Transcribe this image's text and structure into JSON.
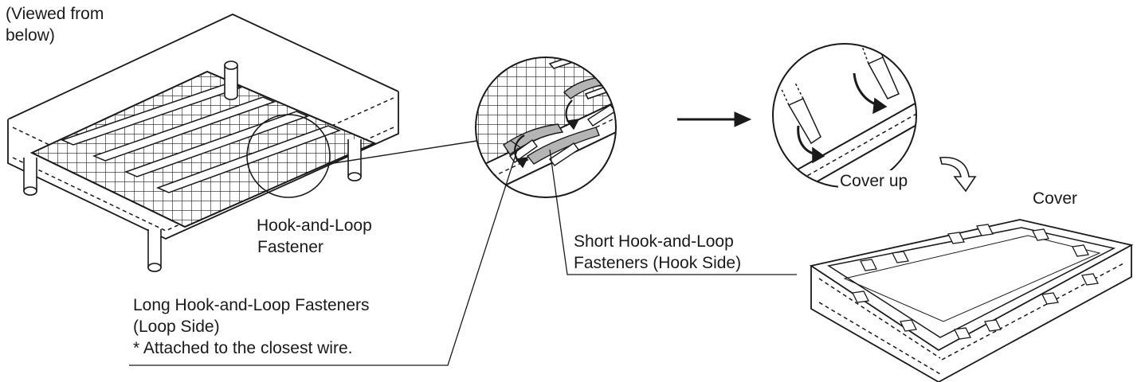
{
  "labels": {
    "viewed_from_below": [
      "(Viewed from",
      "below)"
    ],
    "hook_and_loop_fastener": [
      "Hook-and-Loop",
      "Fastener"
    ],
    "short_fasteners": [
      "Short Hook-and-Loop",
      "Fasteners (Hook Side)"
    ],
    "long_fasteners": [
      "Long Hook-and-Loop Fasteners",
      "(Loop Side)",
      "* Attached to the closest wire."
    ],
    "cover_up": "Cover up",
    "cover": "Cover"
  },
  "colors": {
    "ink": "#1a1a1a",
    "strap_fill": "#b4b4b4",
    "background": "#ffffff"
  }
}
